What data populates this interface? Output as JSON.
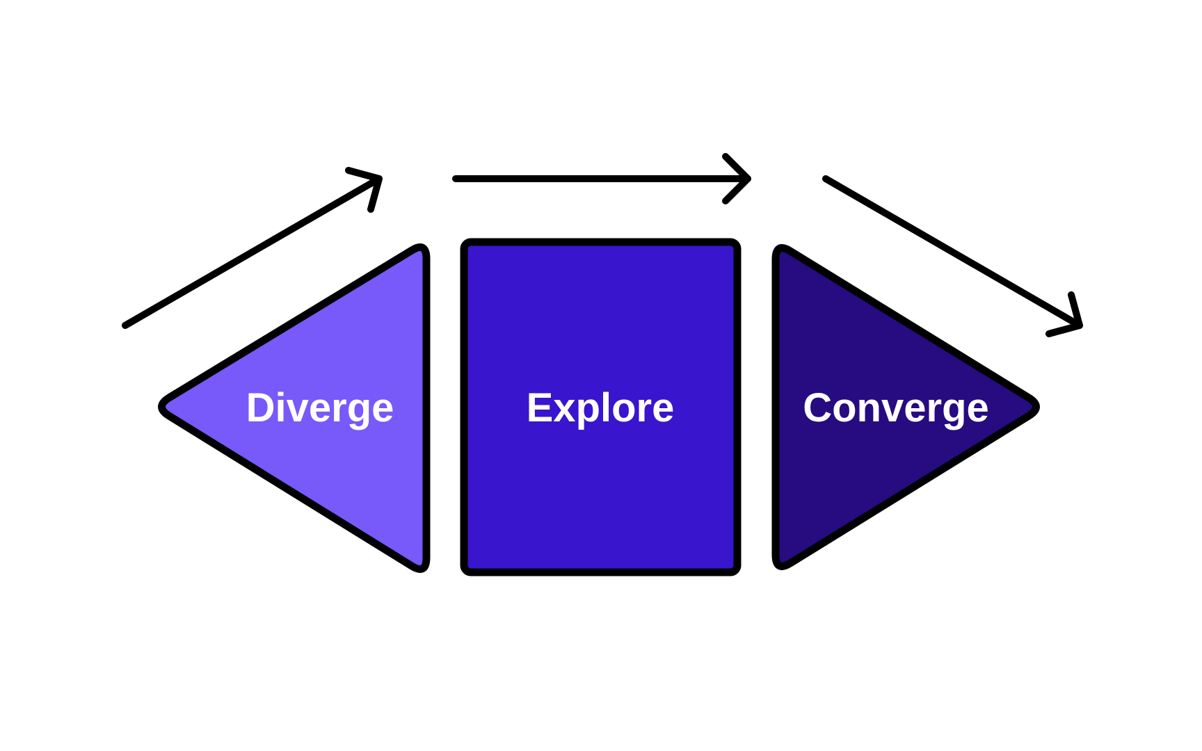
{
  "diagram": {
    "title": "Diverge Explore Converge flow",
    "background": "#ffffff",
    "outline_color": "#000000",
    "arrow_color": "#000000",
    "label_color": "#ffffff",
    "stages": [
      {
        "label": "Diverge",
        "shape": "triangle-pointing-left",
        "fill": "#7859FA"
      },
      {
        "label": "Explore",
        "shape": "rectangle",
        "fill": "#3915CD"
      },
      {
        "label": "Converge",
        "shape": "triangle-pointing-right",
        "fill": "#270B80"
      }
    ],
    "arrows": [
      {
        "name": "ascending",
        "direction": "up-right"
      },
      {
        "name": "horizontal",
        "direction": "right"
      },
      {
        "name": "descending",
        "direction": "down-right"
      }
    ]
  }
}
